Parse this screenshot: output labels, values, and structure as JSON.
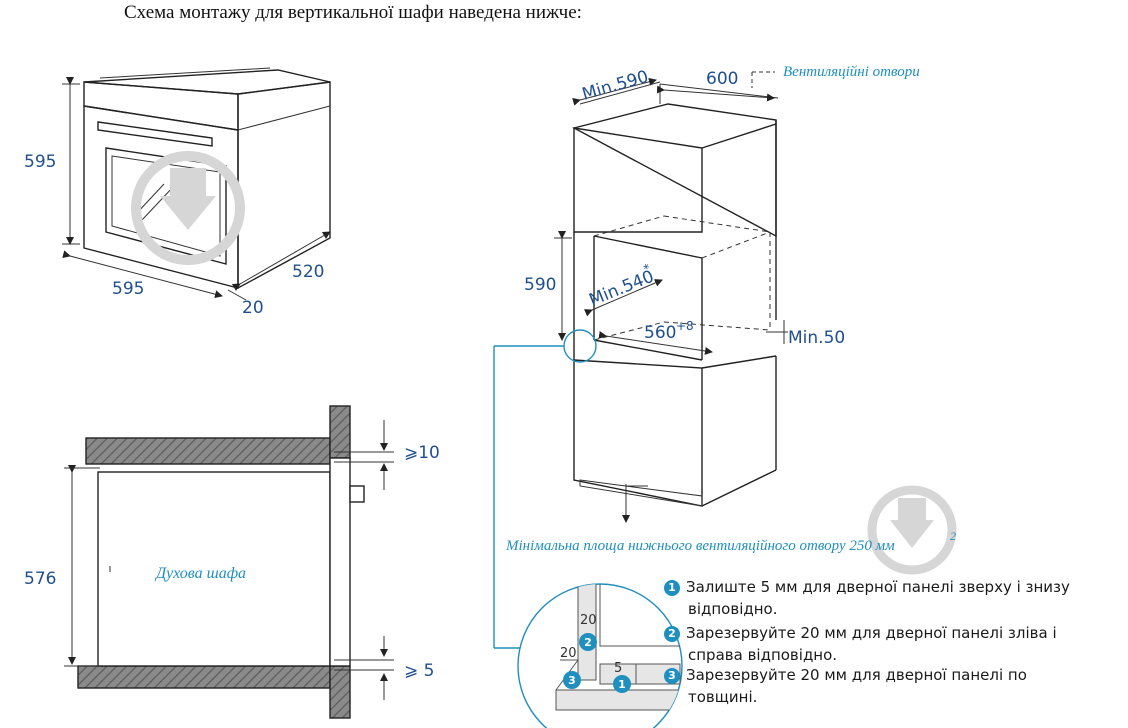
{
  "header": {
    "text": "Схема монтажу для вертикальної шафи наведена нижче:"
  },
  "oven_dims": {
    "height": "595",
    "width": "595",
    "depth": "520",
    "front": "20"
  },
  "cabinet_dims": {
    "min_depth": "Min.590",
    "depth": "600",
    "vent_label": "Вентиляційні отвори",
    "niche_height": "590",
    "min_inner_depth": "Min.540",
    "min_inner_depth_sup": "*",
    "inner_width": "560",
    "inner_width_sup": "+8",
    "min_gap": "Min.50",
    "bottom_vent_note": "Мінімальна площа нижнього вентиляційного отвору 250 мм",
    "bottom_vent_sup": "2"
  },
  "section_view": {
    "oven_label": "Духова шафа",
    "height": "576",
    "top_gap": "⩾10",
    "bottom_gap": "⩾ 5"
  },
  "detail": {
    "dim_top": "20",
    "dim_left": "20",
    "dim_bottom": "5",
    "marker1": "1",
    "marker2": "2",
    "marker3": "3"
  },
  "notes": [
    {
      "num": "1",
      "line1": "Залиште 5 мм для дверної панелі зверху і знизу",
      "line2": "відповідно."
    },
    {
      "num": "2",
      "line1": "Зарезервуйте 20 мм для дверної панелі зліва і",
      "line2": "справа відповідно."
    },
    {
      "num": "3",
      "line1": "Зарезервуйте 20 мм для дверної панелі по",
      "line2": "товщині."
    }
  ],
  "colors": {
    "accent": "#1f8fbf",
    "dimension_text": "#1f4f8f"
  }
}
